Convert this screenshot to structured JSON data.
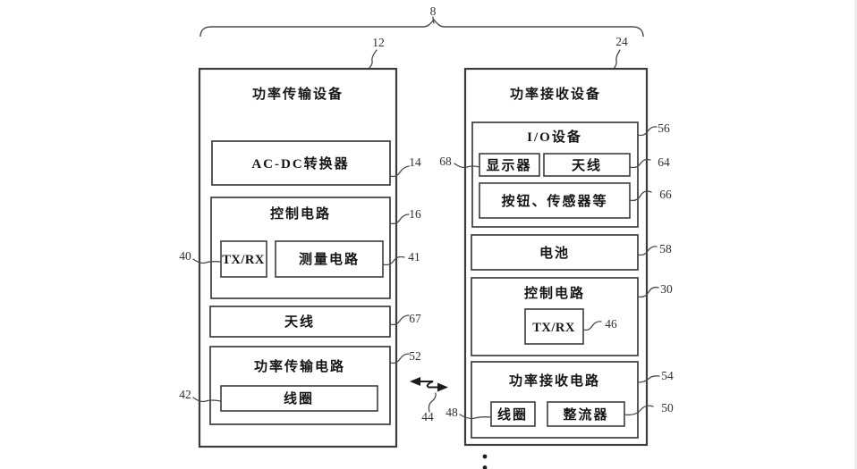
{
  "diagram": {
    "system": {
      "ref": "8"
    },
    "tx": {
      "ref": "12",
      "title": "功率传输设备",
      "acdc": {
        "label": "AC-DC转换器",
        "ref": "14"
      },
      "ctrl": {
        "label": "控制电路",
        "ref": "16"
      },
      "txrx": {
        "label": "TX/RX",
        "ref": "40"
      },
      "meas": {
        "label": "测量电路",
        "ref": "41"
      },
      "ant": {
        "label": "天线",
        "ref": "67"
      },
      "ptx": {
        "label": "功率传输电路",
        "ref": "52"
      },
      "coil": {
        "label": "线圈",
        "ref": "42"
      }
    },
    "rx": {
      "ref": "24",
      "title": "功率接收设备",
      "io": {
        "label": "I/O设备",
        "ref": "56"
      },
      "disp": {
        "label": "显示器",
        "ref": "68"
      },
      "ant": {
        "label": "天线",
        "ref": "64"
      },
      "btns": {
        "label": "按钮、传感器等",
        "ref": "66"
      },
      "batt": {
        "label": "电池",
        "ref": "58"
      },
      "ctrl": {
        "label": "控制电路",
        "ref": "30"
      },
      "txrx": {
        "label": "TX/RX",
        "ref": "46"
      },
      "prx": {
        "label": "功率接收电路",
        "ref": "54"
      },
      "coil": {
        "label": "线圈",
        "ref": "48"
      },
      "rect": {
        "label": "整流器",
        "ref": "50"
      }
    },
    "link": {
      "ref": "44"
    }
  },
  "colors": {
    "line": "#3c3c3c",
    "leader": "#4a4a4a",
    "text": "#151515",
    "background": "#ffffff"
  }
}
